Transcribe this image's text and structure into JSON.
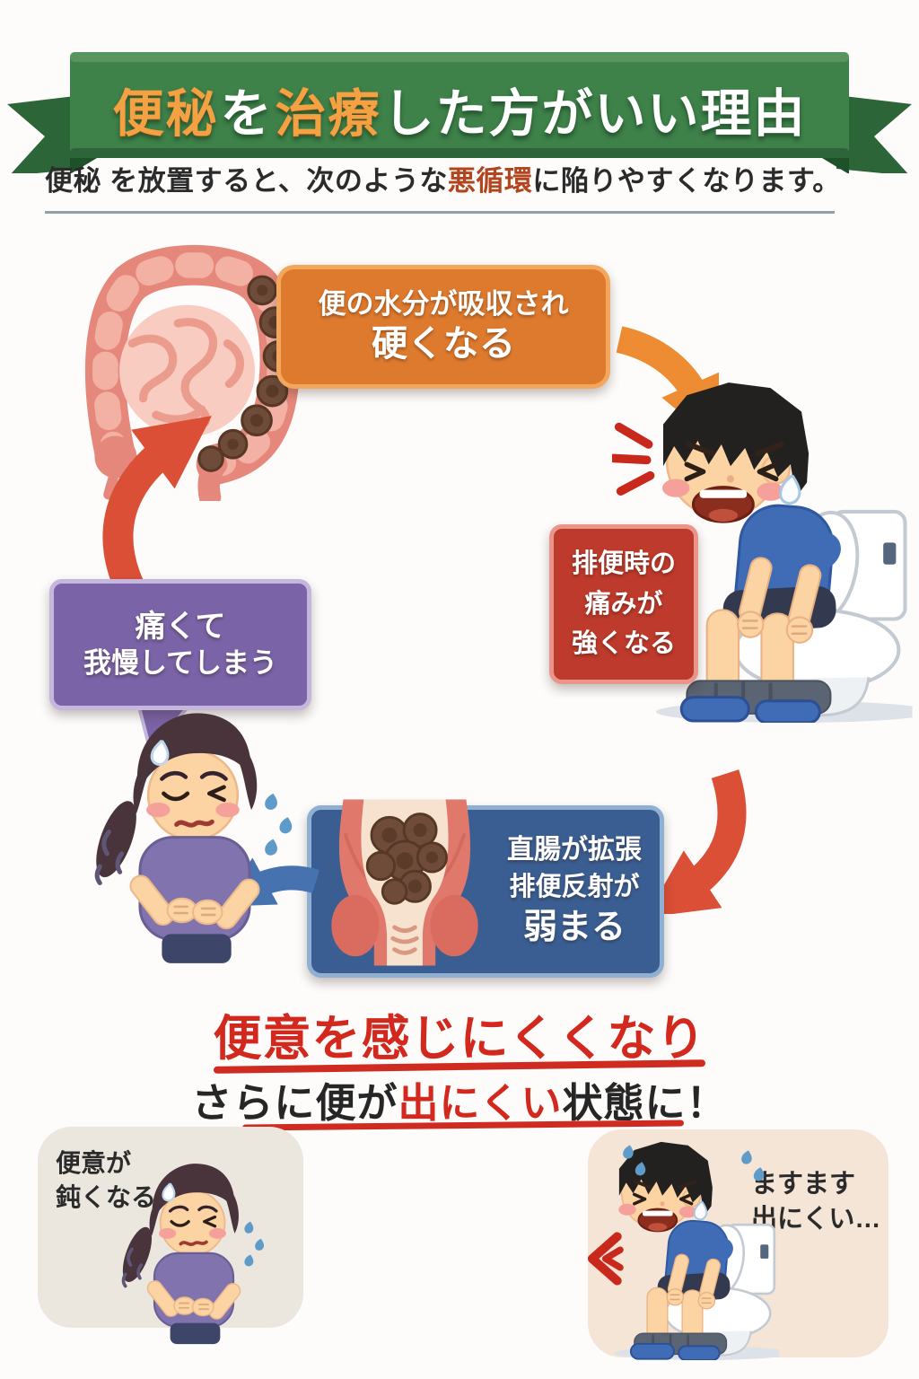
{
  "banner": {
    "word1": "便秘",
    "word2": "を",
    "word3": "治療",
    "word4": "した方がいい理由"
  },
  "intro": {
    "part1": "便秘",
    "part2": " を放置すると、次のような",
    "highlight": "悪循環",
    "part3": "に陥りやすくなります。"
  },
  "cycle": {
    "step1": {
      "line1": "便の水分が吸収され",
      "line2": "硬くなる"
    },
    "step2": {
      "line1": "排便時の",
      "line2": "痛みが",
      "line3": "強くなる"
    },
    "step3": {
      "line1": "直腸が拡張",
      "line2": "排便反射が",
      "line3": "弱まる"
    },
    "step4": {
      "line1": "痛くて",
      "line2": "我慢してしまう"
    }
  },
  "conclusion": {
    "headline": "便意を感じにくくなり",
    "line2_part1": "さらに便が",
    "line2_highlight": "出にくい",
    "line2_part2": "状態に！"
  },
  "panels": {
    "left": {
      "line1": "便意が",
      "line2": "鈍くなる.."
    },
    "right": {
      "line1": "ますます",
      "line2": "出にくい…"
    }
  },
  "icons": {
    "intestine": "intestine-illustration",
    "boy_toilet": "boy-on-toilet-illustration",
    "girl": "girl-stomachache-illustration",
    "rectum": "rectum-illustration",
    "arrows": [
      "cycle-arrow-up",
      "cycle-arrow-top-right",
      "cycle-arrow-right-down",
      "cycle-arrow-left"
    ]
  },
  "colors": {
    "banner_green": "#3e8149",
    "title_orange": "#f4a143",
    "intro_highlight": "#b2451e",
    "step1_orange": "#dd7a2e",
    "step2_red": "#bd3a2c",
    "step3_blue": "#3a5e92",
    "step4_purple": "#7a63a6",
    "headline_red": "#d3281e",
    "arrow_red": "#dc4f37",
    "arrow_orange": "#ee8c33",
    "arrow_blue": "#4673af"
  }
}
